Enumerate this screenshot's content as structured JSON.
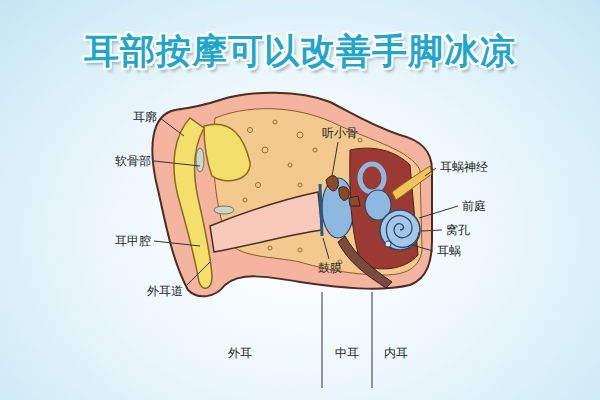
{
  "diagram": {
    "title": "耳部按摩可以改善手脚冰凉",
    "labels": [
      "耳廓",
      "软骨部",
      "耳甲腔",
      "外耳道",
      "听小骨",
      "鼓膜",
      "耳蜗神经",
      "前庭",
      "窝孔",
      "耳蜗",
      "外耳",
      "中耳",
      "内耳"
    ]
  }
}
